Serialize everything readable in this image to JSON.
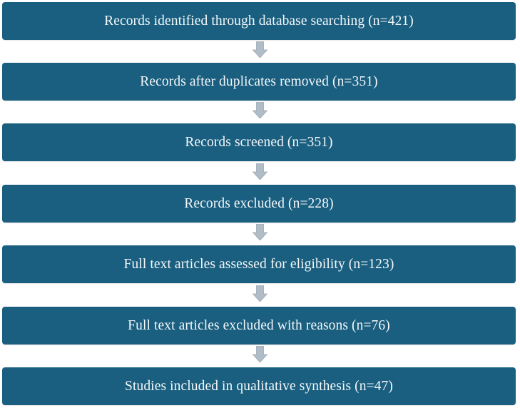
{
  "diagram": {
    "type": "prisma-flow-diagram",
    "orientation": "vertical",
    "colors": {
      "box_fill": "#1a5f80",
      "box_text": "#f4f7f9",
      "arrow_fill": "#b0bcc6",
      "arrow_stroke": "#9aa8b4",
      "background": "#ffffff"
    },
    "stages": [
      {
        "id": "records-identified",
        "label": "Records identified through database searching (n=421)",
        "count": 421
      },
      {
        "id": "after-duplicates",
        "label": "Records after duplicates removed (n=351)",
        "count": 351
      },
      {
        "id": "records-screened",
        "label": "Records screened (n=351)",
        "count": 351
      },
      {
        "id": "records-excluded",
        "label": "Records excluded (n=228)",
        "count": 228
      },
      {
        "id": "fulltext-assessed",
        "label": "Full text articles assessed for eligibility (n=123)",
        "count": 123
      },
      {
        "id": "fulltext-excluded",
        "label": "Full text articles excluded with reasons (n=76)",
        "count": 76
      },
      {
        "id": "studies-included",
        "label": "Studies included in qualitative synthesis (n=47)",
        "count": 47
      }
    ],
    "connectors": [
      {
        "id": "arrow-1",
        "icon": "down-arrow-icon",
        "from": "records-identified",
        "to": "after-duplicates"
      },
      {
        "id": "arrow-2",
        "icon": "down-arrow-icon",
        "from": "after-duplicates",
        "to": "records-screened"
      },
      {
        "id": "arrow-3",
        "icon": "down-arrow-icon",
        "from": "records-screened",
        "to": "records-excluded"
      },
      {
        "id": "arrow-4",
        "icon": "down-arrow-icon",
        "from": "records-excluded",
        "to": "fulltext-assessed"
      },
      {
        "id": "arrow-5",
        "icon": "down-arrow-icon",
        "from": "fulltext-assessed",
        "to": "fulltext-excluded"
      },
      {
        "id": "arrow-6",
        "icon": "down-arrow-icon",
        "from": "fulltext-excluded",
        "to": "studies-included"
      }
    ]
  }
}
